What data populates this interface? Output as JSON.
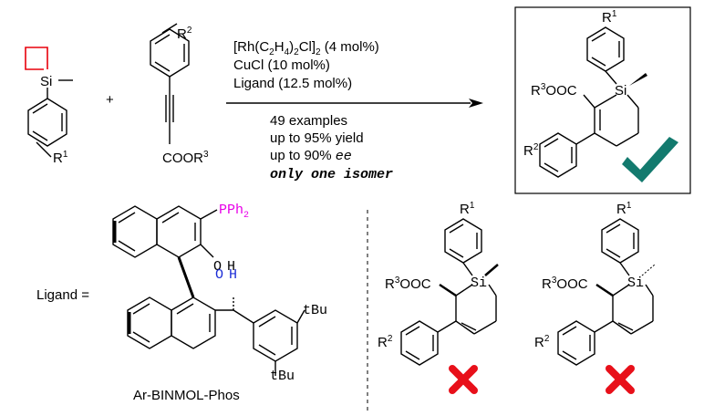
{
  "colors": {
    "ring_bond": "#e8000b",
    "new_bond": "#1a2bd6",
    "phosphine": "#e800e8",
    "check": "#137a6e",
    "cross": "#e8101a"
  },
  "reactants": {
    "silacycle_si": "Si",
    "silacycle_r": "R",
    "silacycle_r_sup": "1",
    "plus": "+",
    "alkyne_r": "R",
    "alkyne_r_sup": "2",
    "ester_main": "COOR",
    "ester_sup": "3"
  },
  "conditions": {
    "catalyst_a": "[Rh(C",
    "catalyst_a_sub": "2",
    "catalyst_b": "H",
    "catalyst_b_sub": "4",
    "catalyst_c": ")",
    "catalyst_c_sub": "2",
    "catalyst_d": "Cl]",
    "catalyst_d_sub": "2",
    "catalyst_loading": " (4 mol%)",
    "cocatalyst": "CuCl (10 mol%)",
    "ligand": "Ligand (12.5 mol%)",
    "examples": "49 examples",
    "yield": "up to 95% yield",
    "ee_prefix": "up to 90% ",
    "ee_italic": "ee",
    "isomer": "only one isomer"
  },
  "product": {
    "r1": "R",
    "r1_sup": "1",
    "ester_r": "R",
    "ester_sup": "3",
    "ester_rest": "OOC",
    "si": "Si",
    "r2": "R",
    "r2_sup": "2",
    "check_icon": "check-mark-icon"
  },
  "ligand": {
    "label": "Ligand =",
    "pph2_main": "PPh",
    "pph2_sub": "2",
    "oh_left": "O",
    "oh_left_h": "H",
    "oh_mid_o": "O",
    "oh_mid_h": "H",
    "tbu_top": "tBu",
    "tbu_bottom": "tBu",
    "name": "Ar-BINMOL-Phos"
  },
  "isomers": {
    "left_r1": "R",
    "left_r1_sup": "1",
    "left_ester_r": "R",
    "left_ester_sup": "3",
    "left_ester_rest": "OOC",
    "left_si": "Si",
    "left_r2": "R",
    "left_r2_sup": "2",
    "right_r1": "R",
    "right_r1_sup": "1",
    "right_ester_r": "R",
    "right_ester_sup": "3",
    "right_ester_rest": "OOC",
    "right_si": "Si",
    "right_r2": "R",
    "right_r2_sup": "2",
    "cross_icon": "cross-mark-icon"
  }
}
